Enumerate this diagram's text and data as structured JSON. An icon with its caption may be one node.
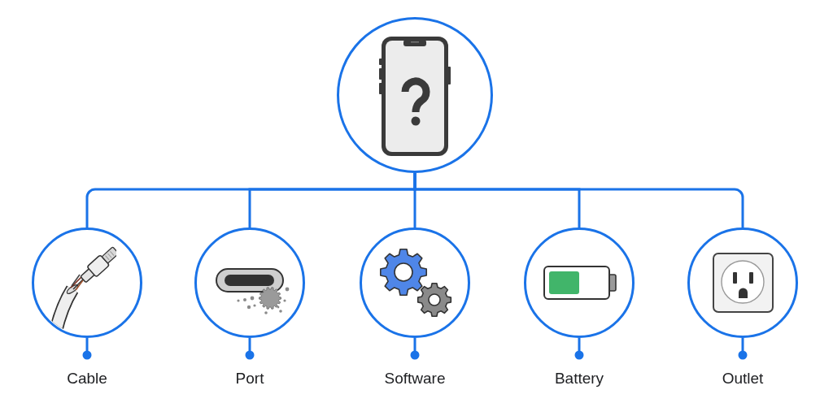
{
  "diagram": {
    "nodes": [
      {
        "text": [],
        "shape": "circle"
      },
      {
        "text": [],
        "shape": "circle"
      },
      {
        "text": [],
        "shape": "circle"
      },
      {
        "text": [],
        "shape": "circle"
      },
      {
        "text": [],
        "shape": "circle"
      },
      {
        "text": [],
        "shape": "circle"
      },
      {
        "text": [
          "Cable"
        ]
      },
      {
        "text": [
          "Port"
        ]
      },
      {
        "text": [
          "Software"
        ]
      },
      {
        "text": [
          "Battery"
        ]
      },
      {
        "text": [
          "Outlet"
        ]
      }
    ],
    "edges": [
      {
        "from": 0,
        "to": 1,
        "arrow": "none"
      },
      {
        "from": 0,
        "to": 2,
        "arrow": "none"
      },
      {
        "from": 0,
        "to": 3,
        "arrow": "none"
      },
      {
        "from": 0,
        "to": 4,
        "arrow": "none"
      },
      {
        "from": 0,
        "to": 5,
        "arrow": "none"
      },
      {
        "from": 1,
        "to": 6,
        "arrow": "other"
      },
      {
        "from": 2,
        "to": 7,
        "arrow": "other"
      },
      {
        "from": 3,
        "to": 8,
        "arrow": "other"
      },
      {
        "from": 4,
        "to": 9,
        "arrow": "other"
      },
      {
        "from": 5,
        "to": 10,
        "arrow": "other"
      }
    ]
  }
}
